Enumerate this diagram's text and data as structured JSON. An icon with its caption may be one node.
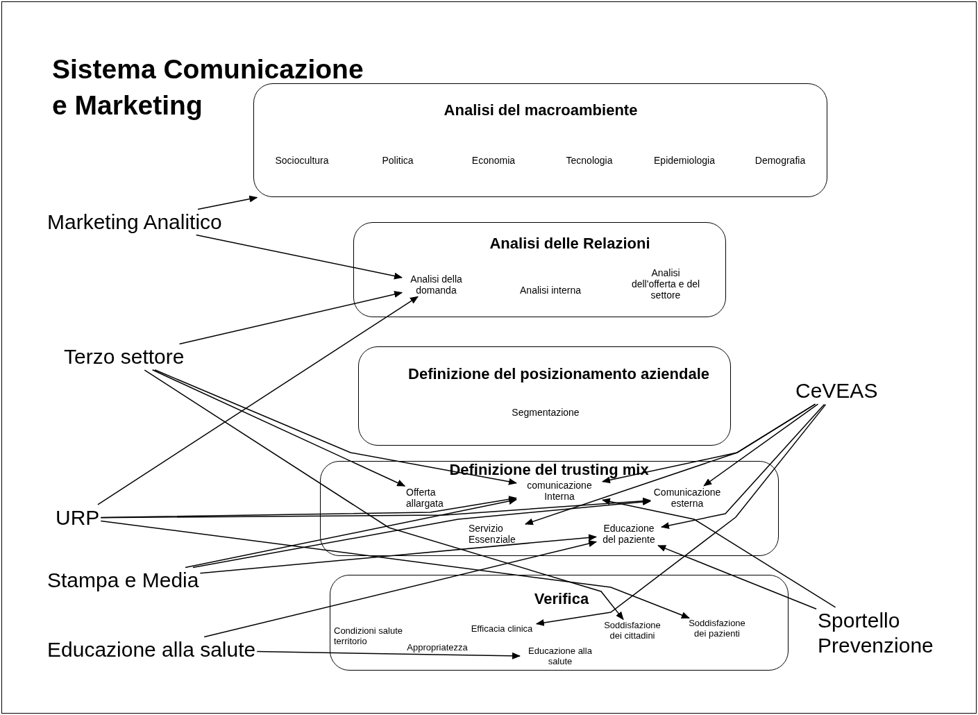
{
  "diagram": {
    "title": "Sistema Comunicazione e Marketing",
    "nodes": [
      {
        "text": [
          "Analisi del macroambiente",
          "Sociocultura",
          "Politica",
          "Economia",
          "Tecnologia",
          "Epidemiologia",
          "Demografia"
        ]
      },
      {
        "text": [
          "Analisi delle Relazioni",
          "Analisi interna",
          "Analisi dell'offerta e del settore"
        ]
      },
      {
        "text": [
          "Analisi della domanda"
        ],
        "in": 1
      },
      {
        "text": [
          "Definizione del posizionamento aziendale",
          "Segmentazione"
        ]
      },
      {
        "text": [
          "Definizione del trusting mix"
        ]
      },
      {
        "text": [
          "Offerta allargata"
        ],
        "in": 4
      },
      {
        "text": [
          "comunicazione Interna"
        ],
        "in": 4
      },
      {
        "text": [
          "Comunicazione esterna"
        ],
        "in": 4
      },
      {
        "text": [
          "Servizio Essenziale"
        ],
        "in": 4
      },
      {
        "text": [
          "Educazione del paziente"
        ],
        "in": 4
      },
      {
        "text": [
          "Verifica",
          "Condizioni salute territorio",
          "Appropriatezza"
        ]
      },
      {
        "text": [
          "Efficacia clinica"
        ],
        "in": 10
      },
      {
        "text": [
          "Soddisfazione dei cittadini"
        ],
        "in": 10
      },
      {
        "text": [
          "Soddisfazione dei pazienti"
        ],
        "in": 10
      },
      {
        "text": [
          "Educazione alla salute"
        ],
        "in": 10
      },
      {
        "text": [
          "Marketing Analitico"
        ]
      },
      {
        "text": [
          "Terzo settore"
        ]
      },
      {
        "text": [
          "URP"
        ]
      },
      {
        "text": [
          "Stampa e Media"
        ]
      },
      {
        "text": [
          "Educazione alla salute"
        ]
      },
      {
        "text": [
          "CeVEAS"
        ]
      },
      {
        "text": [
          "Sportello Prevenzione"
        ]
      }
    ],
    "edges": [
      {
        "from": 15,
        "to": 0,
        "arrow": "to"
      },
      {
        "from": 15,
        "to": 2,
        "arrow": "to"
      },
      {
        "from": 16,
        "to": 2,
        "arrow": "to"
      },
      {
        "from": 16,
        "to": 5,
        "arrow": "to"
      },
      {
        "from": 16,
        "to": 6,
        "arrow": "to"
      },
      {
        "from": 16,
        "to": 12,
        "arrow": "to"
      },
      {
        "from": 17,
        "to": 2,
        "arrow": "to"
      },
      {
        "from": 17,
        "to": 6,
        "arrow": "to"
      },
      {
        "from": 17,
        "to": 7,
        "arrow": "to"
      },
      {
        "from": 17,
        "to": 13,
        "arrow": "to"
      },
      {
        "from": 18,
        "to": 6,
        "arrow": "to"
      },
      {
        "from": 18,
        "to": 7,
        "arrow": "to"
      },
      {
        "from": 18,
        "to": 9,
        "arrow": "to"
      },
      {
        "from": 19,
        "to": 9,
        "arrow": "to"
      },
      {
        "from": 19,
        "to": 14,
        "arrow": "to"
      },
      {
        "from": 20,
        "to": 6,
        "arrow": "to"
      },
      {
        "from": 20,
        "to": 8,
        "arrow": "to"
      },
      {
        "from": 20,
        "to": 7,
        "arrow": "to"
      },
      {
        "from": 20,
        "to": 9,
        "arrow": "to"
      },
      {
        "from": 20,
        "to": 11,
        "arrow": "to"
      },
      {
        "from": 21,
        "to": 6,
        "arrow": "to"
      },
      {
        "from": 21,
        "to": 9,
        "arrow": "to"
      }
    ]
  }
}
